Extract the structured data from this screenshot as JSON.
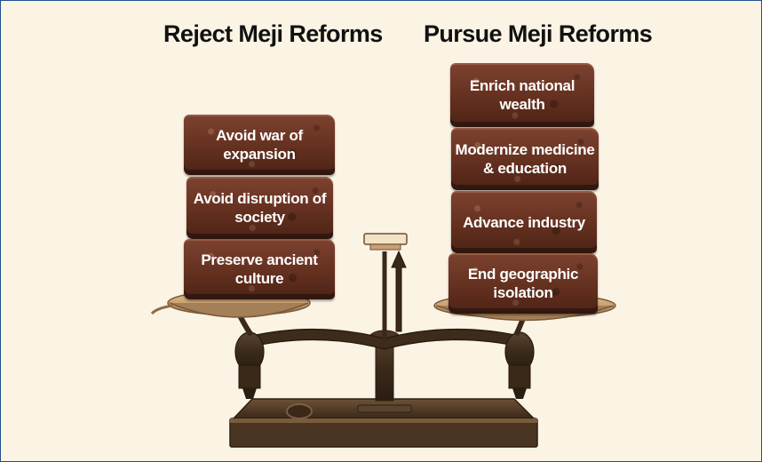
{
  "left_heading": "Reject Meji Reforms",
  "right_heading": "Pursue Meji Reforms",
  "left_bricks": [
    "Avoid war of expansion",
    "Avoid disruption of society",
    "Preserve ancient culture"
  ],
  "right_bricks": [
    "Enrich national wealth",
    "Modernize medicine & education",
    "Advance industry",
    "End geographic isolation"
  ],
  "colors": {
    "background": "#fbf3e4",
    "border": "#1f4f8f",
    "brick": "#6b3424",
    "brass": "#c9a071"
  }
}
